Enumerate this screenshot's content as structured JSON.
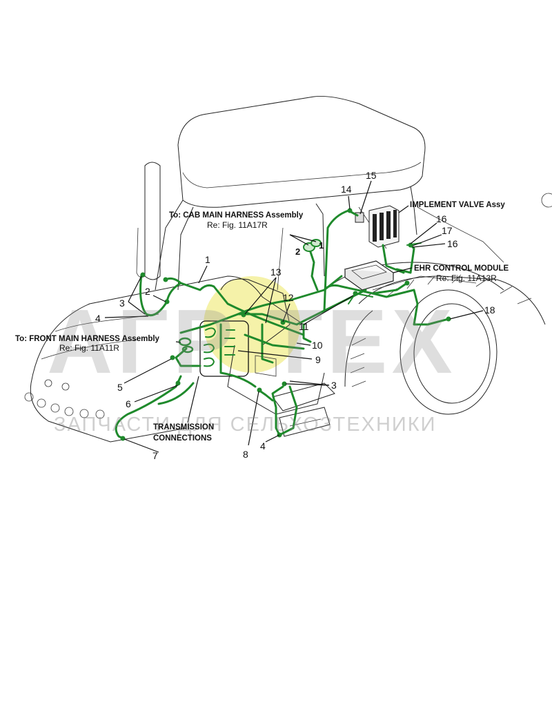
{
  "watermark": {
    "brand": "ΑГΡ  ТЕХ",
    "tagline": "ЗАПЧАСТИ ДЛЯ СЕЛЬХОЗТЕХНИКИ",
    "logo_color": "#f2ee8c"
  },
  "colors": {
    "harness": "#1f8a2c",
    "outline": "#222222"
  },
  "labels": {
    "cab_harness_line1": "To: CAB  MAIN  HARNESS Assembly",
    "cab_harness_line2": "Re: Fig. 11A17R",
    "implement_valve": "IMPLEMENT  VALVE Assy",
    "ehr_line1": "EHR  CONTROL  MODULE",
    "ehr_line2": "Re: Fig. 11A13R",
    "front_harness_line1": "To: FRONT  MAIN  HARNESS Assembly",
    "front_harness_line2": "Re: Fig. 11A11R",
    "transmission_line1": "TRANSMISSION",
    "transmission_line2": "CONNECTIONS",
    "conn_2": "2",
    "conn_1": "1"
  },
  "callouts": {
    "c1": "1",
    "c2": "2",
    "c3_left": "3",
    "c4_left": "4",
    "c5": "5",
    "c6": "6",
    "c7": "7",
    "c8": "8",
    "c4_bottom": "4",
    "c3_right": "3",
    "c9": "9",
    "c10": "10",
    "c11": "11",
    "c12": "12",
    "c13": "13",
    "c14": "14",
    "c15": "15",
    "c16_top": "16",
    "c17": "17",
    "c16_bottom": "16",
    "c18": "18"
  }
}
